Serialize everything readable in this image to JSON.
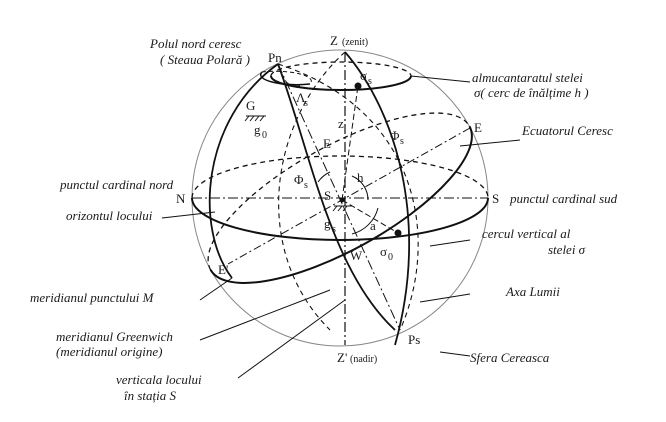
{
  "labels": {
    "pole_north_1": "Polul nord ceresc",
    "pole_north_2": "( Steaua Polară )",
    "almucantar_1": "almucantaratul stelei",
    "almucantar_2": "σ( cerc de înălțime h )",
    "celestial_equator": "Ecuatorul Ceresc",
    "north_cardinal": "punctul cardinal nord",
    "south_cardinal": "punctul cardinal sud",
    "horizon": "orizontul locului",
    "star_vertical_1": "cercul vertical al",
    "star_vertical_2": "stelei σ",
    "meridian_m": "meridianul punctului M",
    "world_axis": "Axa Lumii",
    "greenwich_1": "meridianul Greenwich",
    "greenwich_2": "(meridianul origine)",
    "celestial_sphere": "Sfera Cereasca",
    "local_vertical_1": "verticala locului",
    "local_vertical_2": "în stația S"
  },
  "points": {
    "zenith": "Z",
    "zenith_note": "(zenit)",
    "nadir": "Z'",
    "nadir_note": "(nadir)",
    "pn": "Pn",
    "ps": "Ps",
    "n": "N",
    "s": "S",
    "e_right": "E",
    "e_mid": "E",
    "e_prime": "E'",
    "w": "W",
    "station_s": "S",
    "g": "G",
    "g0": "g",
    "g0_sub": "0",
    "gs": "g",
    "gs_sub": "s",
    "z_bar": "z",
    "sigma_s": "σ",
    "sigma_s_sub": "s",
    "sigma_0": "σ",
    "sigma_0_sub": "0",
    "lambda_s": "Λ",
    "lambda_s_sub": "s",
    "phi_s_1": "Φ",
    "phi_s_1_sub": "s",
    "phi_s_2": "Φ",
    "phi_s_2_sub": "s",
    "h": "h",
    "a": "a"
  }
}
